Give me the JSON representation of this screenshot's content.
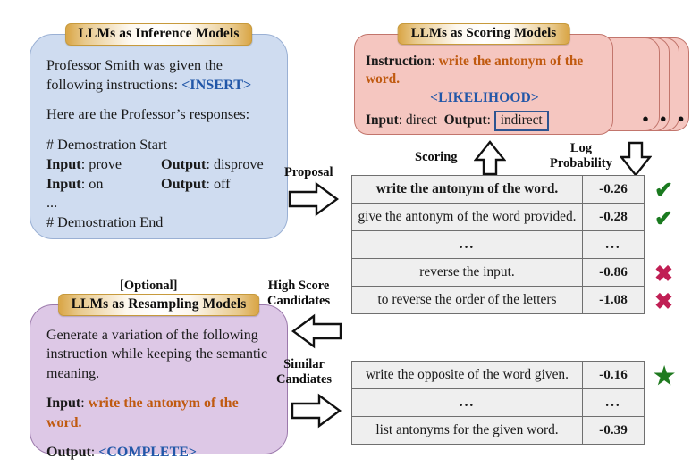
{
  "inference_panel": {
    "title": "LLMs as Inference Models",
    "line1_prefix": "Professor Smith was given the",
    "line2_prefix": "following instructions: ",
    "insert_token": "<INSERT>",
    "line3": "Here are the Professor’s responses:",
    "demo_start": "# Demostration Start",
    "rows": [
      {
        "input_label": "Input",
        "input_value": "prove",
        "output_label": "Output",
        "output_value": "disprove"
      },
      {
        "input_label": "Input",
        "input_value": "on",
        "output_label": "Output",
        "output_value": "off"
      }
    ],
    "ellipsis": "...",
    "demo_end": "# Demostration End"
  },
  "scoring_panel": {
    "title": "LLMs as Scoring Models",
    "instruction_label": "Instruction",
    "instruction_value": "write the antonym of the word.",
    "likelihood_token": "<LIKELIHOOD>",
    "input_label": "Input",
    "input_value": "direct",
    "output_label": "Output",
    "output_value": "indirect",
    "stack_dots": "• • •"
  },
  "resampling_panel": {
    "optional_label": "[Optional]",
    "title": "LLMs as Resampling Models",
    "body_line1": "Generate a variation of the following",
    "body_line2": "instruction while keeping the semantic",
    "body_line3": "meaning.",
    "input_label": "Input",
    "input_value": "write the antonym of the word.",
    "output_label": "Output",
    "output_value": "<COMPLETE>"
  },
  "flow": {
    "proposal": "Proposal",
    "scoring": "Scoring",
    "log_probability_l1": "Log",
    "log_probability_l2": "Probability",
    "high_score_l1": "High Score",
    "high_score_l2": "Candidates",
    "similar_l1": "Similar",
    "similar_l2": "Candiates"
  },
  "candidates_table_top": {
    "rows": [
      {
        "text": "write the antonym of the word.",
        "score": "-0.26",
        "style": "orange",
        "score_style": "green",
        "mark": "check"
      },
      {
        "text": "give the antonym of the word provided.",
        "score": "-0.28",
        "style": "plain",
        "score_style": "green",
        "mark": "check"
      },
      {
        "text": "...",
        "score": "...",
        "style": "ellipsis",
        "score_style": "ellipsis",
        "mark": "none"
      },
      {
        "text": "reverse the input.",
        "score": "-0.86",
        "style": "plain",
        "score_style": "red",
        "mark": "x"
      },
      {
        "text": "to reverse the order of the letters",
        "score": "-1.08",
        "style": "plain",
        "score_style": "red",
        "mark": "x"
      }
    ]
  },
  "candidates_table_bottom": {
    "rows": [
      {
        "text": "write the opposite of the word given.",
        "score": "-0.16",
        "style": "plain",
        "score_style": "green",
        "mark": "star"
      },
      {
        "text": "...",
        "score": "...",
        "style": "ellipsis",
        "score_style": "ellipsis",
        "mark": "none"
      },
      {
        "text": "list antonyms for the given word.",
        "score": "-0.39",
        "style": "plain",
        "score_style": "red",
        "mark": "none"
      }
    ]
  },
  "colors": {
    "inference_bg": "#cfdcf0",
    "scoring_bg": "#f5c6c0",
    "resampling_bg": "#ddc8e6",
    "badge_gold": "#d9a545",
    "accent_orange": "#c05a10",
    "accent_blue": "#2257a8",
    "score_green": "#13780f",
    "score_red": "#9e1431",
    "mark_check": "#1a7a1f",
    "mark_x": "#c01f54",
    "mark_star": "#1f7a1f"
  }
}
